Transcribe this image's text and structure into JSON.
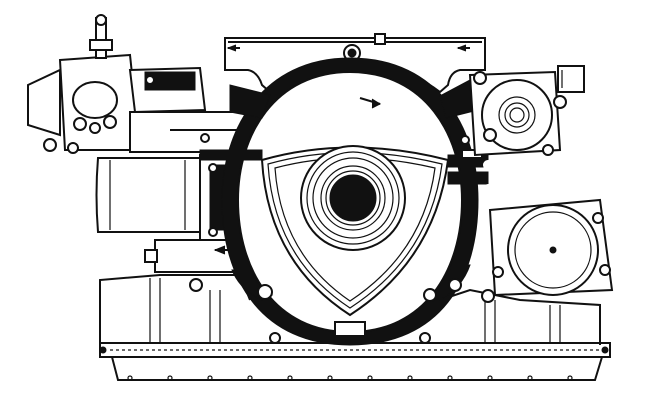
{
  "figure": {
    "subject": "rotary-engine-cross-section",
    "ink_color": "#111111",
    "paper_color": "#ffffff"
  },
  "parts": {
    "housing": "epitrochoid-housing",
    "rotor": "triangular-rotor",
    "shaft": "eccentric-shaft",
    "carburetor": "carburetor",
    "intake": "intake-manifold",
    "turbo": "turbocharger",
    "alternator": "alternator",
    "oil_pan": "oil-pan",
    "air_cleaner": "air-filter-canister"
  }
}
